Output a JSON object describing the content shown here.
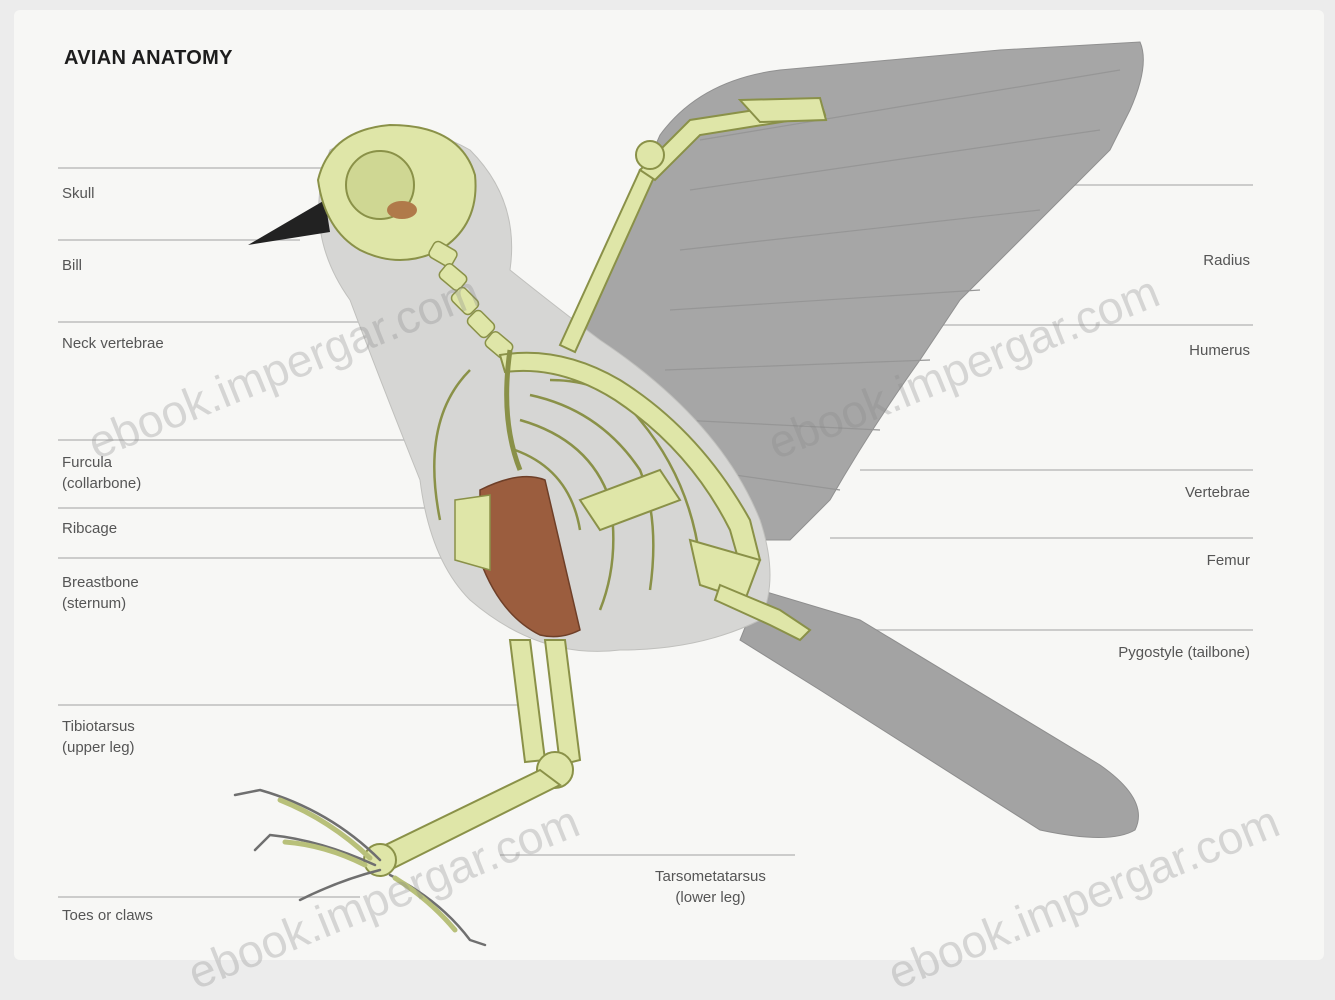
{
  "title": "AVIAN ANATOMY",
  "labels_left": [
    {
      "id": "skull",
      "text": "Skull"
    },
    {
      "id": "bill",
      "text": "Bill"
    },
    {
      "id": "neck-vertebrae",
      "text": "Neck vertebrae"
    },
    {
      "id": "furcula",
      "text": "Furcula\n(collarbone)"
    },
    {
      "id": "ribcage",
      "text": "Ribcage"
    },
    {
      "id": "breastbone",
      "text": "Breastbone\n(sternum)"
    },
    {
      "id": "tibiotarsus",
      "text": "Tibiotarsus\n(upper leg)"
    },
    {
      "id": "toes",
      "text": "Toes or claws"
    }
  ],
  "labels_right": [
    {
      "id": "radius",
      "text": "Radius"
    },
    {
      "id": "humerus",
      "text": "Humerus"
    },
    {
      "id": "vertebrae",
      "text": "Vertebrae"
    },
    {
      "id": "femur",
      "text": "Femur"
    },
    {
      "id": "pygostyle",
      "text": "Pygostyle (tailbone)"
    }
  ],
  "label_bottom": {
    "id": "tarsometatarsus",
    "text": "Tarsometatarsus\n(lower leg)"
  },
  "watermark": "ebook.impergar.com",
  "colors": {
    "background": "#f7f7f5",
    "plumage": "#a9a9a9",
    "body": "#d4d4d2",
    "bone": "#dfe6a8",
    "bone_outline": "#8a9148",
    "sternum": "#9b5d3e",
    "beak": "#222222"
  }
}
